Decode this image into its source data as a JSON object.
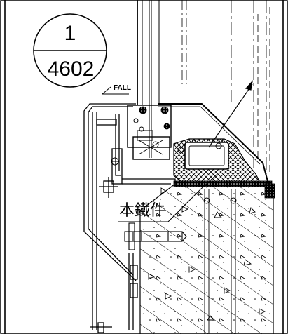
{
  "detail_marker": {
    "number": "1",
    "sheet": "4602"
  },
  "labels": {
    "fall": "FALL",
    "note": "本鐵件"
  },
  "colors": {
    "line": "#000000",
    "background": "#ffffff"
  }
}
